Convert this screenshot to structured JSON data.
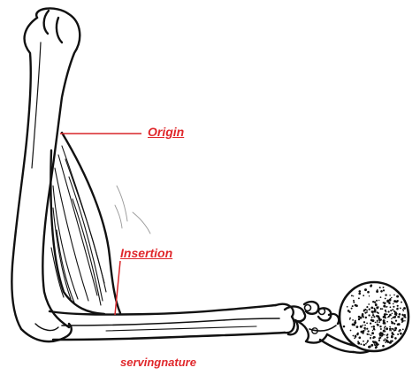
{
  "labels": {
    "origin": "Origin",
    "insertion": "Insertion"
  },
  "credit": "servingnature",
  "colors": {
    "label": "#e0282c",
    "line": "#d8262a",
    "ink": "#111111"
  },
  "icons": {
    "figure": "arm-biceps-holding-ball-illustration"
  }
}
